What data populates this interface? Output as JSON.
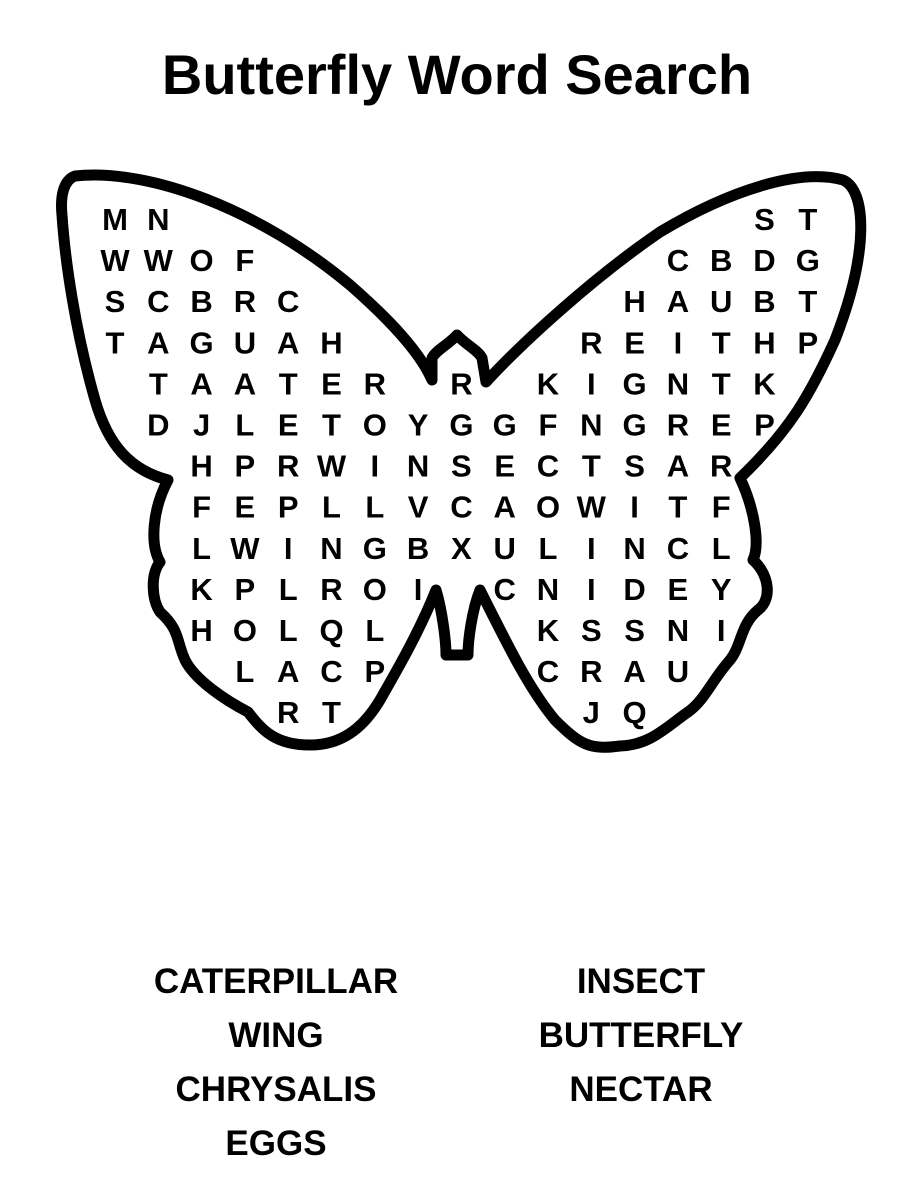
{
  "title": "Butterfly Word Search",
  "colors": {
    "ink": "#000000",
    "paper": "#ffffff"
  },
  "grid": {
    "rows": [
      [
        "M",
        "N",
        "",
        "",
        "",
        "",
        "",
        "",
        "",
        "",
        "",
        "",
        "",
        "",
        "",
        "S",
        "T"
      ],
      [
        "W",
        "W",
        "O",
        "F",
        "",
        "",
        "",
        "",
        "",
        "",
        "",
        "",
        "",
        "C",
        "B",
        "D",
        "G"
      ],
      [
        "S",
        "C",
        "B",
        "R",
        "C",
        "",
        "",
        "",
        "",
        "",
        "",
        "",
        "H",
        "A",
        "U",
        "B",
        "T"
      ],
      [
        "T",
        "A",
        "G",
        "U",
        "A",
        "H",
        "",
        "",
        "",
        "",
        "",
        "R",
        "E",
        "I",
        "T",
        "H",
        "P"
      ],
      [
        "",
        "T",
        "A",
        "A",
        "T",
        "E",
        "R",
        "",
        "R",
        "",
        "K",
        "I",
        "G",
        "N",
        "T",
        "K",
        ""
      ],
      [
        "",
        "D",
        "J",
        "L",
        "E",
        "T",
        "O",
        "Y",
        "G",
        "G",
        "F",
        "N",
        "G",
        "R",
        "E",
        "P",
        ""
      ],
      [
        "",
        "",
        "H",
        "P",
        "R",
        "W",
        "I",
        "N",
        "S",
        "E",
        "C",
        "T",
        "S",
        "A",
        "R",
        "",
        ""
      ],
      [
        "",
        "",
        "F",
        "E",
        "P",
        "L",
        "L",
        "V",
        "C",
        "A",
        "O",
        "W",
        "I",
        "T",
        "F",
        "",
        ""
      ],
      [
        "",
        "",
        "L",
        "W",
        "I",
        "N",
        "G",
        "B",
        "X",
        "U",
        "L",
        "I",
        "N",
        "C",
        "L",
        "",
        ""
      ],
      [
        "",
        "",
        "K",
        "P",
        "L",
        "R",
        "O",
        "I",
        "",
        "C",
        "N",
        "I",
        "D",
        "E",
        "Y",
        "",
        ""
      ],
      [
        "",
        "",
        "H",
        "O",
        "L",
        "Q",
        "L",
        "",
        "",
        "",
        "K",
        "S",
        "S",
        "N",
        "I",
        "",
        ""
      ],
      [
        "",
        "",
        "",
        "L",
        "A",
        "C",
        "P",
        "",
        "",
        "",
        "C",
        "R",
        "A",
        "U",
        "",
        "",
        ""
      ],
      [
        "",
        "",
        "",
        "",
        "R",
        "T",
        "",
        "",
        "",
        "",
        "",
        "J",
        "Q",
        "",
        "",
        "",
        ""
      ]
    ]
  },
  "words_left": [
    "CATERPILLAR",
    "WING",
    "CHRYSALIS",
    "EGGS"
  ],
  "words_right": [
    "INSECT",
    "BUTTERFLY",
    "NECTAR"
  ]
}
